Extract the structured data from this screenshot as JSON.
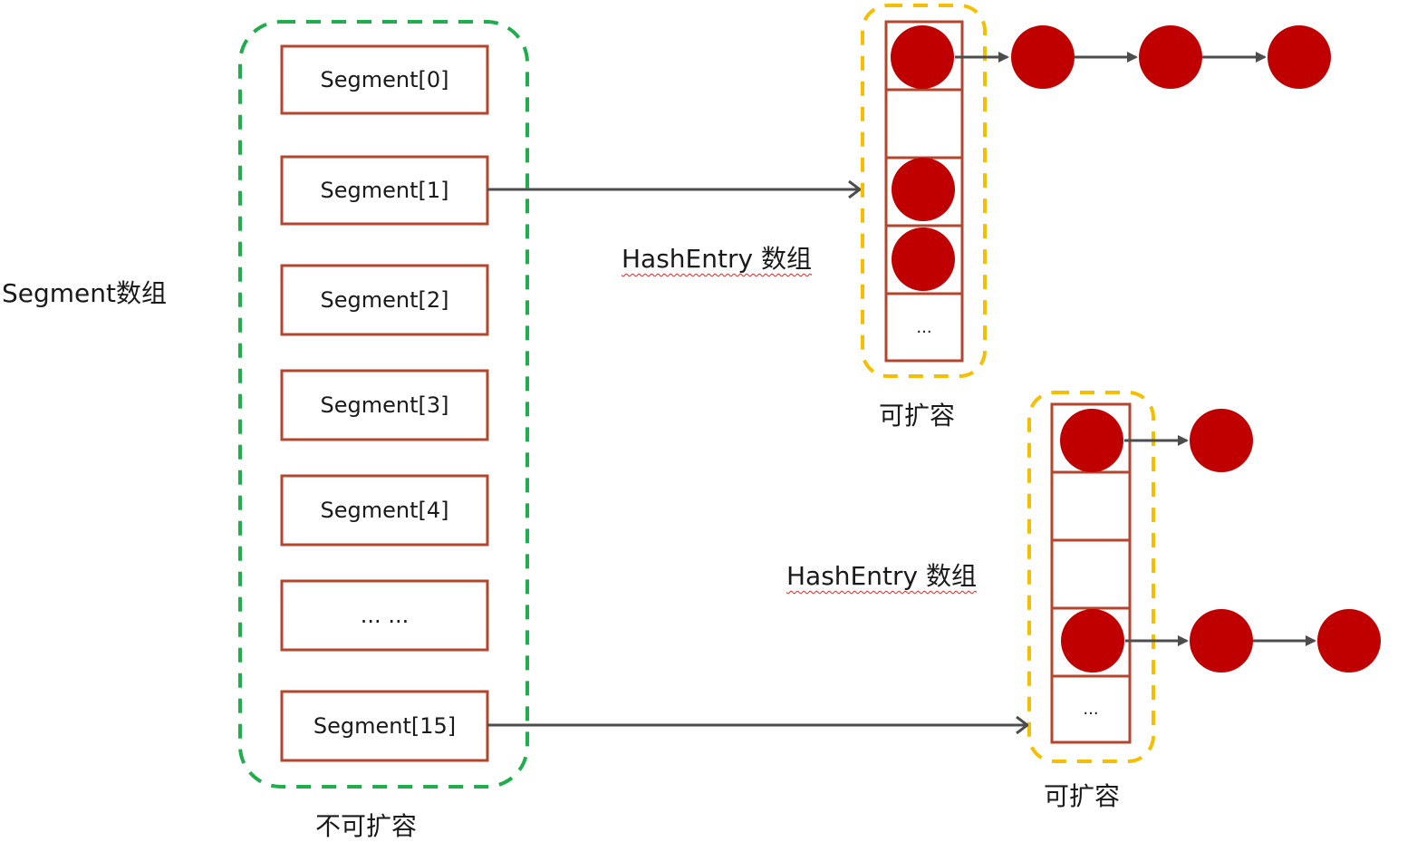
{
  "segment_array_label": "Segment数组",
  "segments": [
    "Segment[0]",
    "Segment[1]",
    "Segment[2]",
    "Segment[3]",
    "Segment[4]",
    "... ...",
    "Segment[15]"
  ],
  "segment_caption": "不可扩容",
  "hash_tables": [
    {
      "label": "HashEntry 数组",
      "caption": "可扩容",
      "ellipsis": "...",
      "bucket_chain_lengths": [
        4,
        0,
        1,
        1
      ]
    },
    {
      "label": "HashEntry 数组",
      "caption": "可扩容",
      "ellipsis": "...",
      "bucket_chain_lengths": [
        2,
        0,
        0,
        3
      ]
    }
  ],
  "colors": {
    "segment_container_border": "#1fae4b",
    "hash_container_border": "#f5bf00",
    "cell_border": "#b5462e",
    "node_fill": "#c00000",
    "arrow": "#4d4d4d"
  }
}
